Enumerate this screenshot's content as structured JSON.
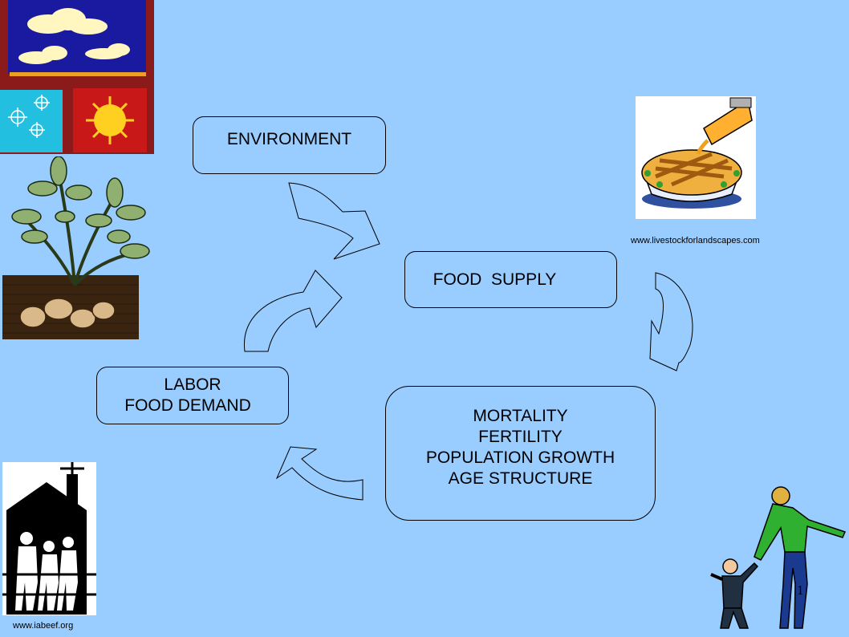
{
  "slide": {
    "number": "1",
    "background_color": "#99ccff"
  },
  "boxes": {
    "environment": {
      "lines": [
        "ENVIRONMENT"
      ]
    },
    "food_supply": {
      "lines": [
        "FOOD  SUPPLY"
      ]
    },
    "labor": {
      "lines": [
        "LABOR",
        "FOOD DEMAND"
      ]
    },
    "mortality": {
      "lines": [
        "MORTALITY",
        "FERTILITY",
        "POPULATION GROWTH",
        "AGE STRUCTURE"
      ]
    }
  },
  "arrows": [
    {
      "from": "environment",
      "to": "food_supply"
    },
    {
      "from": "food_supply",
      "to": "mortality"
    },
    {
      "from": "mortality",
      "to": "labor"
    },
    {
      "from": "labor",
      "to": "food_supply"
    }
  ],
  "credits": {
    "pie_source": "www.livestockforlandscapes.com",
    "farm_source": "www.iabeef.org"
  },
  "images": {
    "weather": "weather-clipart",
    "plant": "potato-plant-clipart",
    "pie": "pie-clipart",
    "farm_family": "farm-family-logo",
    "parent_child": "parent-child-clipart"
  }
}
